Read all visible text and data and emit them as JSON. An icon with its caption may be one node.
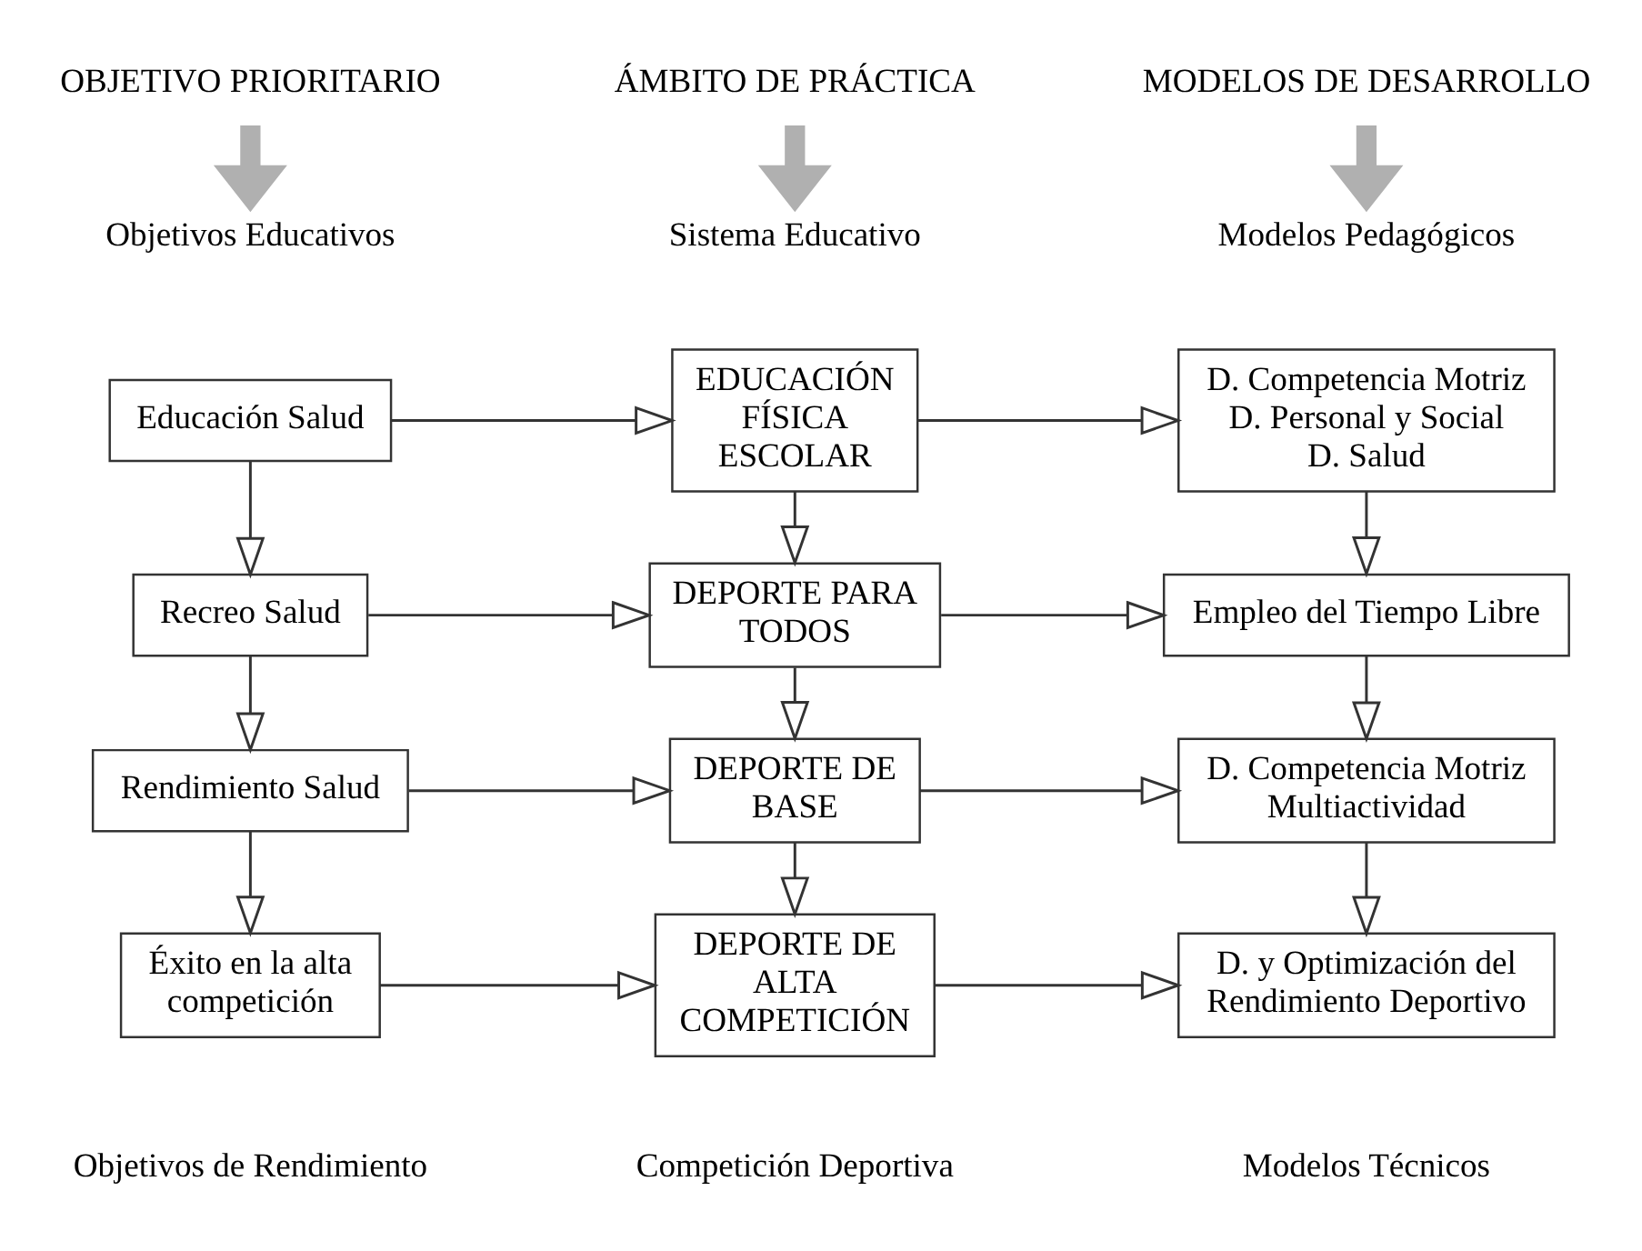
{
  "diagram": {
    "nodes": [
      {
        "text": [
          "OBJETIVO PRIORITARIO"
        ]
      },
      {
        "text": [
          "ÁMBITO DE PRÁCTICA"
        ]
      },
      {
        "text": [
          "MODELOS DE DESARROLLO"
        ]
      },
      {
        "text": [
          "Objetivos Educativos"
        ]
      },
      {
        "text": [
          "Sistema Educativo"
        ]
      },
      {
        "text": [
          "Modelos Pedagógicos"
        ]
      },
      {
        "text": [
          "Educación Salud"
        ]
      },
      {
        "text": [
          "EDUCACIÓN FÍSICA ESCOLAR"
        ]
      },
      {
        "text": [
          "D. Competencia Motriz",
          "D. Personal y Social",
          "D. Salud"
        ]
      },
      {
        "text": [
          "Recreo Salud"
        ]
      },
      {
        "text": [
          "DEPORTE PARA TODOS"
        ]
      },
      {
        "text": [
          "Empleo del Tiempo Libre"
        ]
      },
      {
        "text": [
          "Rendimiento Salud"
        ]
      },
      {
        "text": [
          "DEPORTE DE BASE"
        ]
      },
      {
        "text": [
          "D. Competencia Motriz",
          "Multiactividad"
        ]
      },
      {
        "text": [
          "Éxito en la alta competición"
        ]
      },
      {
        "text": [
          "DEPORTE DE ALTA COMPETICIÓN"
        ]
      },
      {
        "text": [
          "D. y Optimización del Rendimiento Deportivo"
        ]
      }
    ],
    "edges": [
      {
        "from": 0,
        "to": 3,
        "arrow": "to",
        "style": "thick",
        "color": "#b0b0b0"
      },
      {
        "from": 1,
        "to": 4,
        "arrow": "to",
        "style": "thick",
        "color": "#b0b0b0"
      },
      {
        "from": 2,
        "to": 5,
        "arrow": "to",
        "style": "thick",
        "color": "#b0b0b0"
      },
      {
        "from": 6,
        "to": 7,
        "arrow": "to"
      },
      {
        "from": 7,
        "to": 8,
        "arrow": "to"
      },
      {
        "from": 6,
        "to": 9,
        "arrow": "to"
      },
      {
        "from": 7,
        "to": 10,
        "arrow": "to"
      },
      {
        "from": 8,
        "to": 11,
        "arrow": "to"
      },
      {
        "from": 9,
        "to": 10,
        "arrow": "to"
      },
      {
        "from": 10,
        "to": 11,
        "arrow": "to"
      },
      {
        "from": 9,
        "to": 12,
        "arrow": "to"
      },
      {
        "from": 10,
        "to": 13,
        "arrow": "to"
      },
      {
        "from": 11,
        "to": 14,
        "arrow": "to"
      },
      {
        "from": 12,
        "to": 13,
        "arrow": "to"
      },
      {
        "from": 13,
        "to": 14,
        "arrow": "to"
      },
      {
        "from": 12,
        "to": 15,
        "arrow": "to"
      },
      {
        "from": 13,
        "to": 16,
        "arrow": "to"
      },
      {
        "from": 14,
        "to": 17,
        "arrow": "to"
      },
      {
        "from": 15,
        "to": 16,
        "arrow": "to"
      },
      {
        "from": 16,
        "to": 17,
        "arrow": "to"
      }
    ],
    "labels": [
      "Objetivos de Rendimiento",
      "Competición Deportiva",
      "Modelos Técnicos"
    ]
  }
}
